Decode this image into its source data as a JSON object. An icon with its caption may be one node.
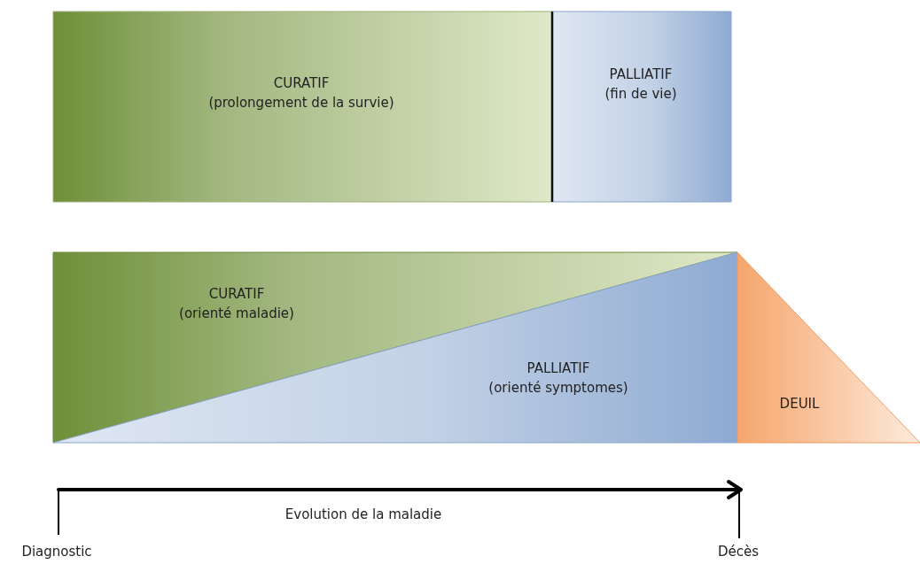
{
  "diagram": {
    "nodes": [
      {
        "text": [
          "CURATIF",
          "(prolongement de la survie)"
        ]
      },
      {
        "text": [
          "PALLIATIF",
          "(fin de vie)"
        ]
      },
      {
        "text": [
          "CURATIF",
          "(orienté maladie)"
        ]
      },
      {
        "text": [
          "PALLIATIF",
          "(orienté symptomes)"
        ]
      },
      {
        "text": [
          "DEUIL"
        ]
      }
    ],
    "labels": [
      "Evolution de la maladie",
      "Diagnostic",
      "Décès"
    ]
  }
}
